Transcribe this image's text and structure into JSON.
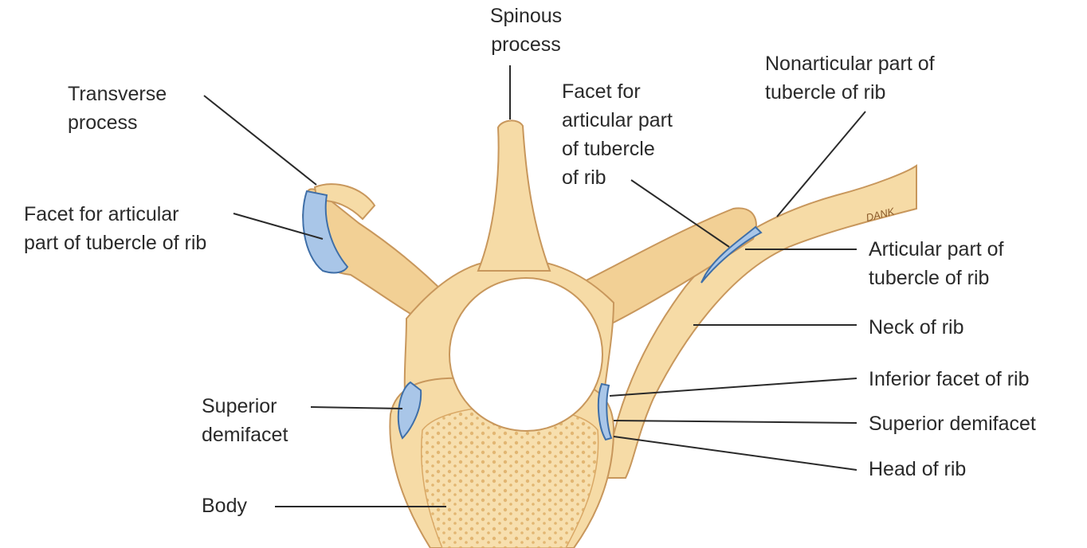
{
  "labels": {
    "spinous": [
      "Spinous",
      "process"
    ],
    "transverse": [
      "Transverse",
      "process"
    ],
    "facet_left": [
      "Facet for articular",
      "part of tubercle of rib"
    ],
    "facet_right": [
      "Facet for",
      "articular part",
      "of tubercle",
      "of rib"
    ],
    "nonarticular": [
      "Nonarticular part of",
      "tubercle of rib"
    ],
    "articular": [
      "Articular part of",
      "tubercle of rib"
    ],
    "neck": "Neck of rib",
    "inferior_facet": "Inferior facet of rib",
    "superior_demifacet_right": "Superior demifacet",
    "head": "Head of rib",
    "superior_demifacet_left": [
      "Superior",
      "demifacet"
    ],
    "body": "Body"
  },
  "signature": "DANK",
  "colors": {
    "bone": "#f6dba6",
    "outline": "#c8975c",
    "facet": "#a9c6e8",
    "spongy": "#e9c27f"
  }
}
